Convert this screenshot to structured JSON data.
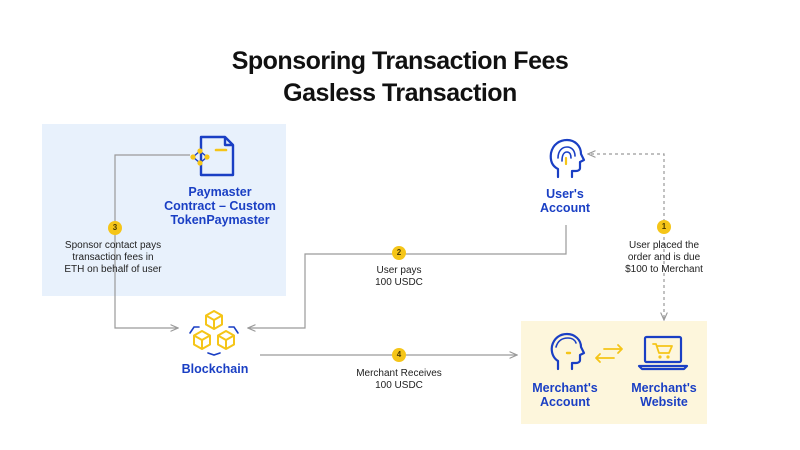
{
  "title": {
    "line1": "Sponsoring Transaction Fees",
    "line2": "Gasless Transaction"
  },
  "nodes": {
    "paymaster": {
      "line1": "Paymaster",
      "line2": "Contract – Custom",
      "line3": "TokenPaymaster",
      "icon": "contract-document-icon"
    },
    "user_account": {
      "line1": "User's",
      "line2": "Account",
      "icon": "user-head-fingerprint-icon"
    },
    "blockchain": {
      "label": "Blockchain",
      "icon": "blockchain-cubes-icon"
    },
    "merchant_account": {
      "line1": "Merchant's",
      "line2": "Account",
      "icon": "merchant-head-icon"
    },
    "merchant_website": {
      "line1": "Merchant's",
      "line2": "Website",
      "icon": "laptop-cart-icon"
    }
  },
  "steps": {
    "s1": {
      "number": "1",
      "line1": "User placed the",
      "line2": "order and is due",
      "line3": "$100 to Merchant"
    },
    "s2": {
      "number": "2",
      "line1": "User pays",
      "line2": "100 USDC"
    },
    "s3": {
      "number": "3",
      "line1": "Sponsor contact pays",
      "line2": "transaction fees in",
      "line3": "ETH on behalf of user"
    },
    "s4": {
      "number": "4",
      "line1": "Merchant Receives",
      "line2": "100 USDC"
    }
  },
  "colors": {
    "accent_blue": "#1a3fc4",
    "accent_yellow": "#f5c518",
    "paymaster_panel": "#e8f1fc",
    "merchant_panel": "#fdf6dc",
    "line_gray": "#9a9a9a"
  }
}
